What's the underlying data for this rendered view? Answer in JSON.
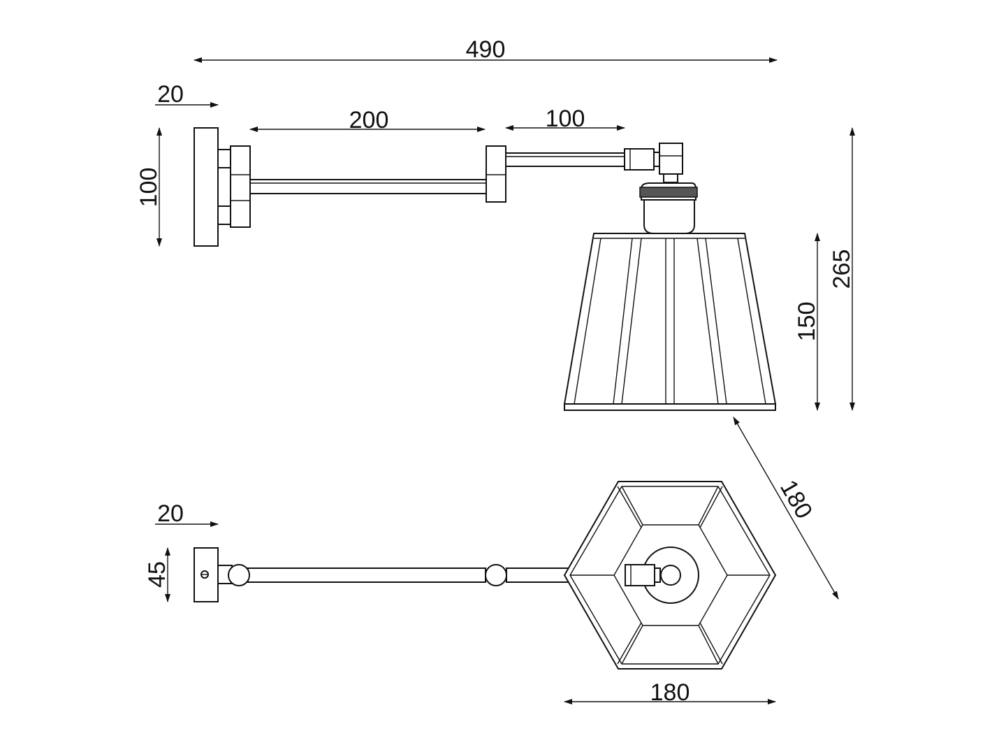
{
  "dimensions": {
    "overall_length": "490",
    "backplate_depth_top": "20",
    "arm_segment_1": "200",
    "arm_segment_2": "100",
    "backplate_height": "100",
    "overall_height": "265",
    "shade_height": "150",
    "shade_diagonal": "180",
    "backplate_depth_bottom": "20",
    "backplate_width": "45",
    "shade_width": "180"
  },
  "colors": {
    "line": "#111111",
    "background": "#ffffff"
  }
}
